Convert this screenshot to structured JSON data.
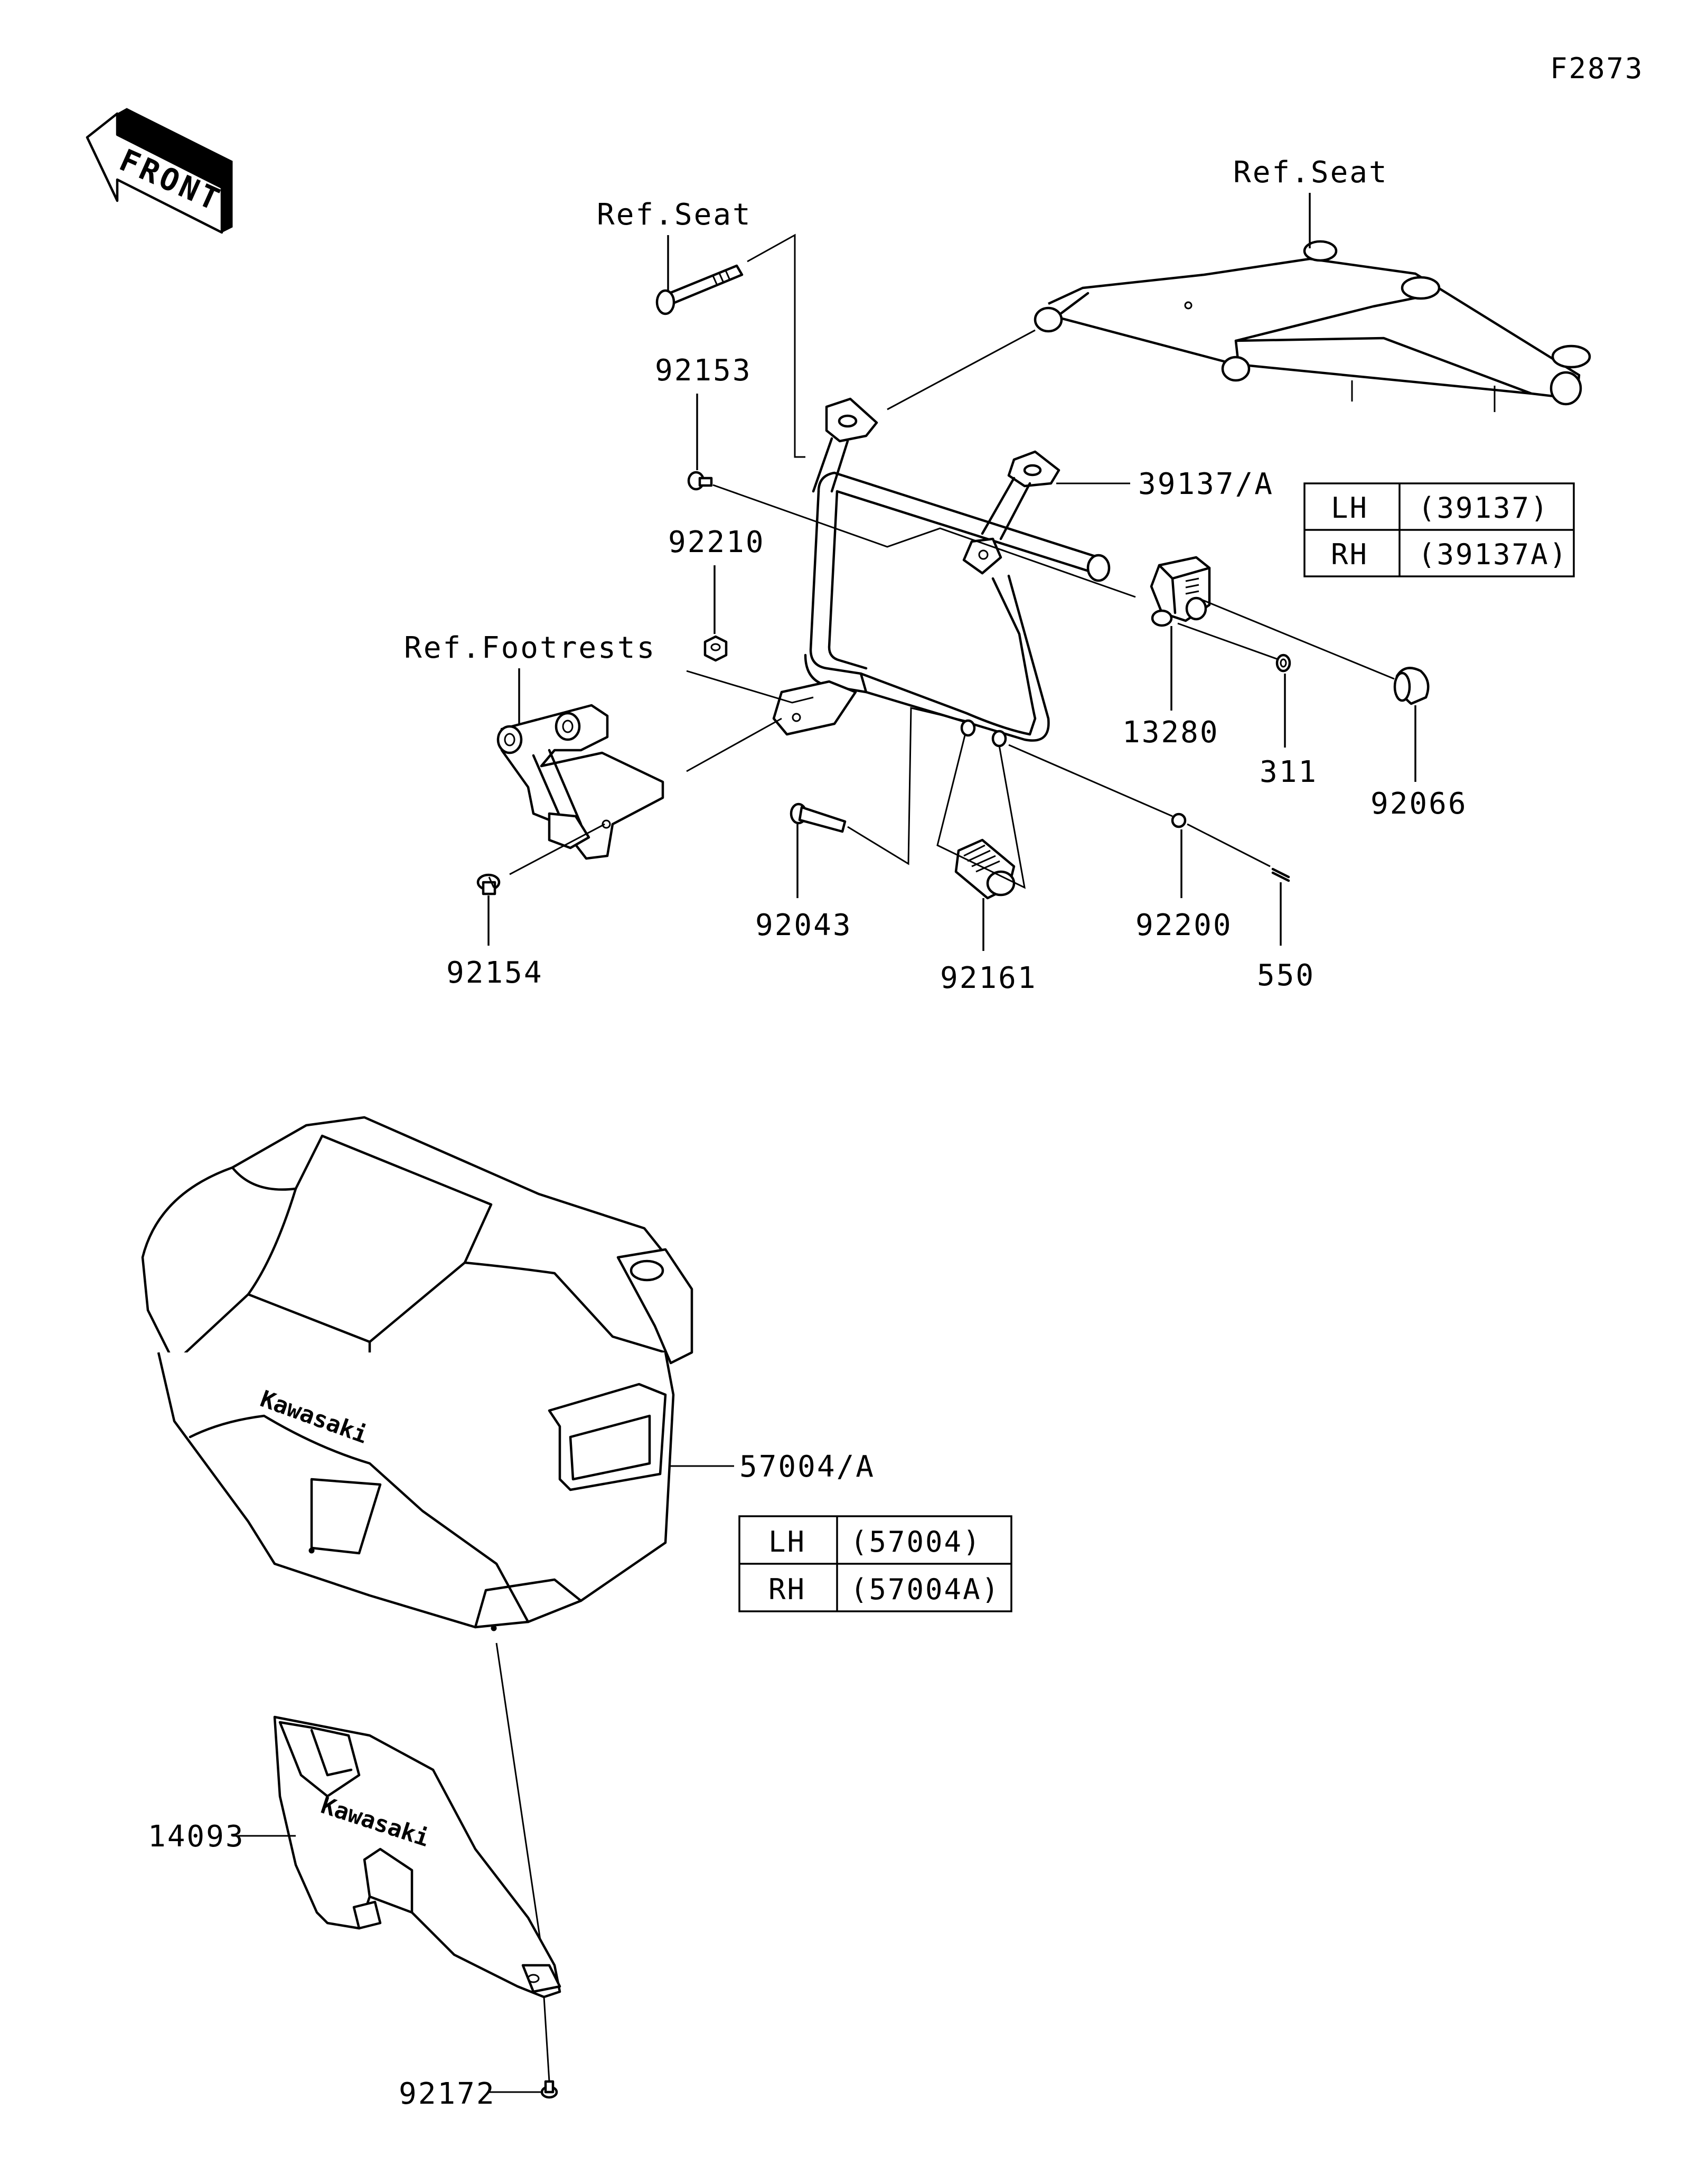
{
  "figure_id": "F2873",
  "front_label": "FRONT",
  "references": {
    "seat_left": "Ref.Seat",
    "seat_right": "Ref.Seat",
    "footrests": "Ref.Footrests"
  },
  "callouts": {
    "p92153": "92153",
    "p92210": "92210",
    "p39137": "39137/A",
    "p13280": "13280",
    "p311": "311",
    "p92066": "92066",
    "p92043": "92043",
    "p92161": "92161",
    "p92200": "92200",
    "p550": "550",
    "p92154": "92154",
    "p57004": "57004/A",
    "p14093": "14093",
    "p92172": "92172"
  },
  "tables": {
    "bracket": {
      "rows": [
        {
          "side": "LH",
          "part": "(39137)"
        },
        {
          "side": "RH",
          "part": "(39137A)"
        }
      ]
    },
    "case": {
      "rows": [
        {
          "side": "LH",
          "part": "(57004)"
        },
        {
          "side": "RH",
          "part": "(57004A)"
        }
      ]
    }
  },
  "branding": {
    "case_logo": "Kawasaki",
    "cover_logo": "Kawasaki"
  }
}
